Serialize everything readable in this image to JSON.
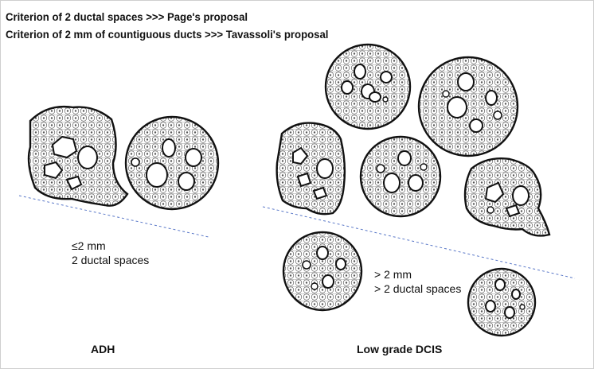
{
  "header": {
    "line1": "Criterion of 2 ductal spaces >>> Page's proposal",
    "line2": "Criterion of 2 mm of countiguous ducts >>> Tavassoli's proposal"
  },
  "left_panel": {
    "measure_label": "≤2 mm",
    "spaces_label": "2 ductal spaces",
    "caption": "ADH"
  },
  "right_panel": {
    "measure_label": "> 2 mm",
    "spaces_label": "> 2 ductal spaces",
    "caption": "Low grade DCIS"
  },
  "colors": {
    "divider_line": "#5a78c8",
    "outline": "#111111",
    "frame": "#cfcfcf"
  }
}
